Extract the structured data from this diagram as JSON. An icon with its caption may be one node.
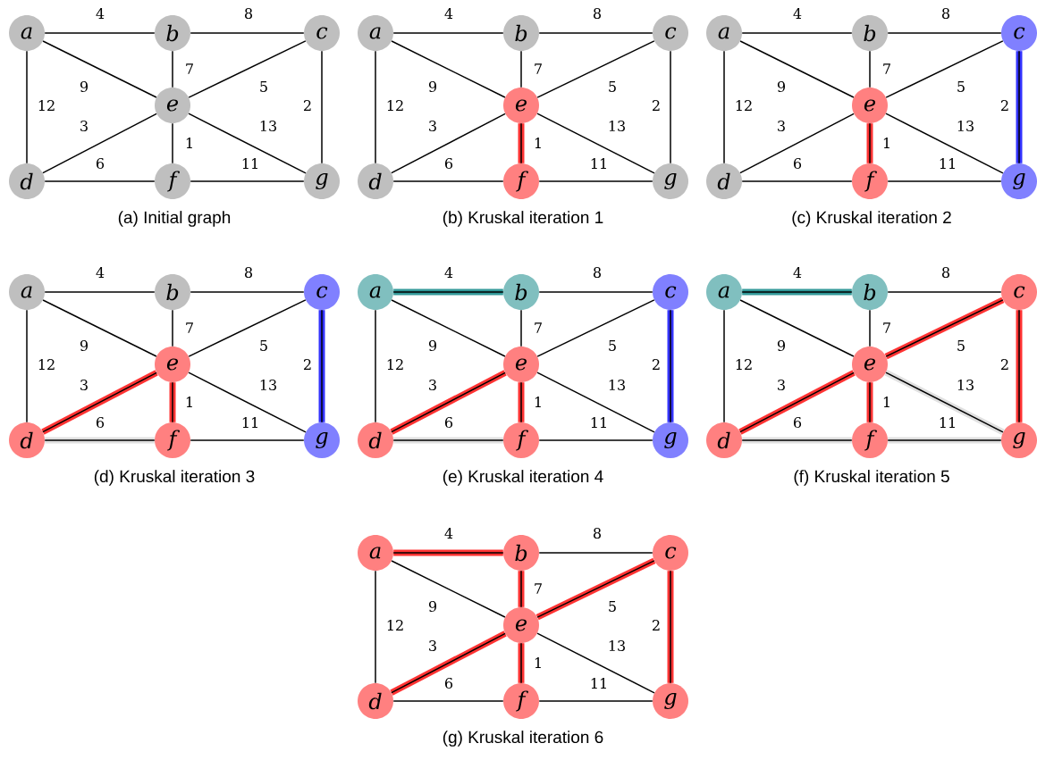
{
  "diagram": {
    "nodes": [
      {
        "text": [
          "a"
        ]
      },
      {
        "text": [
          "b"
        ]
      },
      {
        "text": [
          "c"
        ]
      },
      {
        "text": [
          "d"
        ]
      },
      {
        "text": [
          "e"
        ]
      },
      {
        "text": [
          "f"
        ]
      },
      {
        "text": [
          "g"
        ]
      },
      {
        "text": [
          "a"
        ]
      },
      {
        "text": [
          "b"
        ]
      },
      {
        "text": [
          "c"
        ]
      },
      {
        "text": [
          "d"
        ]
      },
      {
        "text": [
          "e"
        ]
      },
      {
        "text": [
          "f"
        ]
      },
      {
        "text": [
          "g"
        ]
      },
      {
        "text": [
          "a"
        ]
      },
      {
        "text": [
          "b"
        ]
      },
      {
        "text": [
          "c"
        ]
      },
      {
        "text": [
          "d"
        ]
      },
      {
        "text": [
          "e"
        ]
      },
      {
        "text": [
          "f"
        ]
      },
      {
        "text": [
          "g"
        ]
      },
      {
        "text": [
          "a"
        ]
      },
      {
        "text": [
          "b"
        ]
      },
      {
        "text": [
          "c"
        ]
      },
      {
        "text": [
          "d"
        ]
      },
      {
        "text": [
          "e"
        ]
      },
      {
        "text": [
          "f"
        ]
      },
      {
        "text": [
          "g"
        ]
      },
      {
        "text": [
          "a"
        ]
      },
      {
        "text": [
          "b"
        ]
      },
      {
        "text": [
          "c"
        ]
      },
      {
        "text": [
          "d"
        ]
      },
      {
        "text": [
          "e"
        ]
      },
      {
        "text": [
          "f"
        ]
      },
      {
        "text": [
          "g"
        ]
      },
      {
        "text": [
          "a"
        ]
      },
      {
        "text": [
          "b"
        ]
      },
      {
        "text": [
          "c"
        ]
      },
      {
        "text": [
          "d"
        ]
      },
      {
        "text": [
          "e"
        ]
      },
      {
        "text": [
          "f"
        ]
      },
      {
        "text": [
          "g"
        ]
      },
      {
        "text": [
          "a"
        ]
      },
      {
        "text": [
          "b"
        ]
      },
      {
        "text": [
          "c"
        ]
      },
      {
        "text": [
          "d"
        ]
      },
      {
        "text": [
          "e"
        ]
      },
      {
        "text": [
          "f"
        ]
      },
      {
        "text": [
          "g"
        ]
      }
    ],
    "edges": [
      {
        "from": 0,
        "to": 1,
        "arrow": "none",
        "label": "4"
      },
      {
        "from": 1,
        "to": 2,
        "arrow": "none",
        "label": "8"
      },
      {
        "from": 0,
        "to": 3,
        "arrow": "none",
        "label": "12"
      },
      {
        "from": 0,
        "to": 4,
        "arrow": "none",
        "label": "9"
      },
      {
        "from": 1,
        "to": 4,
        "arrow": "none",
        "label": "7"
      },
      {
        "from": 2,
        "to": 4,
        "arrow": "none",
        "label": "5"
      },
      {
        "from": 2,
        "to": 6,
        "arrow": "none",
        "label": "2"
      },
      {
        "from": 3,
        "to": 4,
        "arrow": "none",
        "label": "3"
      },
      {
        "from": 4,
        "to": 5,
        "arrow": "none",
        "label": "1"
      },
      {
        "from": 4,
        "to": 6,
        "arrow": "none",
        "label": "13"
      },
      {
        "from": 3,
        "to": 5,
        "arrow": "none",
        "label": "6"
      },
      {
        "from": 5,
        "to": 6,
        "arrow": "none",
        "label": "11"
      },
      {
        "from": 7,
        "to": 8,
        "arrow": "none",
        "label": "4"
      },
      {
        "from": 8,
        "to": 9,
        "arrow": "none",
        "label": "8"
      },
      {
        "from": 7,
        "to": 10,
        "arrow": "none",
        "label": "12"
      },
      {
        "from": 7,
        "to": 11,
        "arrow": "none",
        "label": "9"
      },
      {
        "from": 8,
        "to": 11,
        "arrow": "none",
        "label": "7"
      },
      {
        "from": 9,
        "to": 11,
        "arrow": "none",
        "label": "5"
      },
      {
        "from": 9,
        "to": 13,
        "arrow": "none",
        "label": "2"
      },
      {
        "from": 10,
        "to": 11,
        "arrow": "none",
        "label": "3"
      },
      {
        "from": 11,
        "to": 12,
        "arrow": "none",
        "label": "1",
        "style": "thick",
        "color": "#ff3333"
      },
      {
        "from": 11,
        "to": 13,
        "arrow": "none",
        "label": "13"
      },
      {
        "from": 10,
        "to": 12,
        "arrow": "none",
        "label": "6"
      },
      {
        "from": 12,
        "to": 13,
        "arrow": "none",
        "label": "11"
      },
      {
        "from": 14,
        "to": 15,
        "arrow": "none",
        "label": "4"
      },
      {
        "from": 15,
        "to": 16,
        "arrow": "none",
        "label": "8"
      },
      {
        "from": 14,
        "to": 17,
        "arrow": "none",
        "label": "12"
      },
      {
        "from": 14,
        "to": 18,
        "arrow": "none",
        "label": "9"
      },
      {
        "from": 15,
        "to": 18,
        "arrow": "none",
        "label": "7"
      },
      {
        "from": 16,
        "to": 18,
        "arrow": "none",
        "label": "5"
      },
      {
        "from": 16,
        "to": 20,
        "arrow": "none",
        "label": "2",
        "style": "thick",
        "color": "#3333ff"
      },
      {
        "from": 17,
        "to": 18,
        "arrow": "none",
        "label": "3"
      },
      {
        "from": 18,
        "to": 19,
        "arrow": "none",
        "label": "1",
        "style": "thick",
        "color": "#ff3333"
      },
      {
        "from": 18,
        "to": 20,
        "arrow": "none",
        "label": "13"
      },
      {
        "from": 17,
        "to": 19,
        "arrow": "none",
        "label": "6"
      },
      {
        "from": 19,
        "to": 20,
        "arrow": "none",
        "label": "11"
      },
      {
        "from": 21,
        "to": 22,
        "arrow": "none",
        "label": "4"
      },
      {
        "from": 22,
        "to": 23,
        "arrow": "none",
        "label": "8"
      },
      {
        "from": 21,
        "to": 24,
        "arrow": "none",
        "label": "12"
      },
      {
        "from": 21,
        "to": 25,
        "arrow": "none",
        "label": "9"
      },
      {
        "from": 22,
        "to": 25,
        "arrow": "none",
        "label": "7"
      },
      {
        "from": 23,
        "to": 25,
        "arrow": "none",
        "label": "5"
      },
      {
        "from": 23,
        "to": 27,
        "arrow": "none",
        "label": "2",
        "style": "thick",
        "color": "#3333ff"
      },
      {
        "from": 24,
        "to": 25,
        "arrow": "none",
        "label": "3",
        "style": "thick",
        "color": "#ff3333"
      },
      {
        "from": 25,
        "to": 26,
        "arrow": "none",
        "label": "1",
        "style": "thick",
        "color": "#ff3333"
      },
      {
        "from": 25,
        "to": 27,
        "arrow": "none",
        "label": "13"
      },
      {
        "from": 24,
        "to": 26,
        "arrow": "none",
        "label": "6",
        "style": "thick",
        "color": "#e0e0e0"
      },
      {
        "from": 26,
        "to": 27,
        "arrow": "none",
        "label": "11"
      },
      {
        "from": 28,
        "to": 29,
        "arrow": "none",
        "label": "4",
        "style": "thick",
        "color": "#339999"
      },
      {
        "from": 29,
        "to": 30,
        "arrow": "none",
        "label": "8"
      },
      {
        "from": 28,
        "to": 31,
        "arrow": "none",
        "label": "12"
      },
      {
        "from": 28,
        "to": 32,
        "arrow": "none",
        "label": "9"
      },
      {
        "from": 29,
        "to": 32,
        "arrow": "none",
        "label": "7"
      },
      {
        "from": 30,
        "to": 32,
        "arrow": "none",
        "label": "5"
      },
      {
        "from": 30,
        "to": 34,
        "arrow": "none",
        "label": "2",
        "style": "thick",
        "color": "#3333ff"
      },
      {
        "from": 31,
        "to": 32,
        "arrow": "none",
        "label": "3",
        "style": "thick",
        "color": "#ff3333"
      },
      {
        "from": 32,
        "to": 33,
        "arrow": "none",
        "label": "1",
        "style": "thick",
        "color": "#ff3333"
      },
      {
        "from": 32,
        "to": 34,
        "arrow": "none",
        "label": "13"
      },
      {
        "from": 31,
        "to": 33,
        "arrow": "none",
        "label": "6",
        "style": "thick",
        "color": "#e0e0e0"
      },
      {
        "from": 33,
        "to": 34,
        "arrow": "none",
        "label": "11"
      },
      {
        "from": 35,
        "to": 36,
        "arrow": "none",
        "label": "4",
        "style": "thick",
        "color": "#339999"
      },
      {
        "from": 36,
        "to": 37,
        "arrow": "none",
        "label": "8"
      },
      {
        "from": 35,
        "to": 38,
        "arrow": "none",
        "label": "12"
      },
      {
        "from": 35,
        "to": 39,
        "arrow": "none",
        "label": "9"
      },
      {
        "from": 36,
        "to": 39,
        "arrow": "none",
        "label": "7"
      },
      {
        "from": 37,
        "to": 39,
        "arrow": "none",
        "label": "5",
        "style": "thick",
        "color": "#ff3333"
      },
      {
        "from": 37,
        "to": 41,
        "arrow": "none",
        "label": "2",
        "style": "thick",
        "color": "#ff3333"
      },
      {
        "from": 38,
        "to": 39,
        "arrow": "none",
        "label": "3",
        "style": "thick",
        "color": "#ff3333"
      },
      {
        "from": 39,
        "to": 40,
        "arrow": "none",
        "label": "1",
        "style": "thick",
        "color": "#ff3333"
      },
      {
        "from": 39,
        "to": 41,
        "arrow": "none",
        "label": "13",
        "style": "thick",
        "color": "#e0e0e0"
      },
      {
        "from": 38,
        "to": 40,
        "arrow": "none",
        "label": "6",
        "style": "thick",
        "color": "#e0e0e0"
      },
      {
        "from": 40,
        "to": 41,
        "arrow": "none",
        "label": "11",
        "style": "thick",
        "color": "#e0e0e0"
      },
      {
        "from": 42,
        "to": 43,
        "arrow": "none",
        "label": "4",
        "style": "thick",
        "color": "#ff3333"
      },
      {
        "from": 43,
        "to": 44,
        "arrow": "none",
        "label": "8"
      },
      {
        "from": 42,
        "to": 45,
        "arrow": "none",
        "label": "12"
      },
      {
        "from": 42,
        "to": 46,
        "arrow": "none",
        "label": "9"
      },
      {
        "from": 43,
        "to": 46,
        "arrow": "none",
        "label": "7",
        "style": "thick",
        "color": "#ff3333"
      },
      {
        "from": 44,
        "to": 46,
        "arrow": "none",
        "label": "5",
        "style": "thick",
        "color": "#ff3333"
      },
      {
        "from": 44,
        "to": 48,
        "arrow": "none",
        "label": "2",
        "style": "thick",
        "color": "#ff3333"
      },
      {
        "from": 45,
        "to": 46,
        "arrow": "none",
        "label": "3",
        "style": "thick",
        "color": "#ff3333"
      },
      {
        "from": 46,
        "to": 47,
        "arrow": "none",
        "label": "1",
        "style": "thick",
        "color": "#ff3333"
      },
      {
        "from": 46,
        "to": 48,
        "arrow": "none",
        "label": "13"
      },
      {
        "from": 45,
        "to": 47,
        "arrow": "none",
        "label": "6"
      },
      {
        "from": 47,
        "to": 48,
        "arrow": "none",
        "label": "11"
      }
    ],
    "labels": [
      "(a) Initial graph",
      "(b) Kruskal iteration 1",
      "(c) Kruskal iteration 2",
      "(d) Kruskal iteration 3",
      "(e) Kruskal iteration 4",
      "(f) Kruskal iteration 5",
      "(g) Kruskal iteration 6"
    ]
  }
}
